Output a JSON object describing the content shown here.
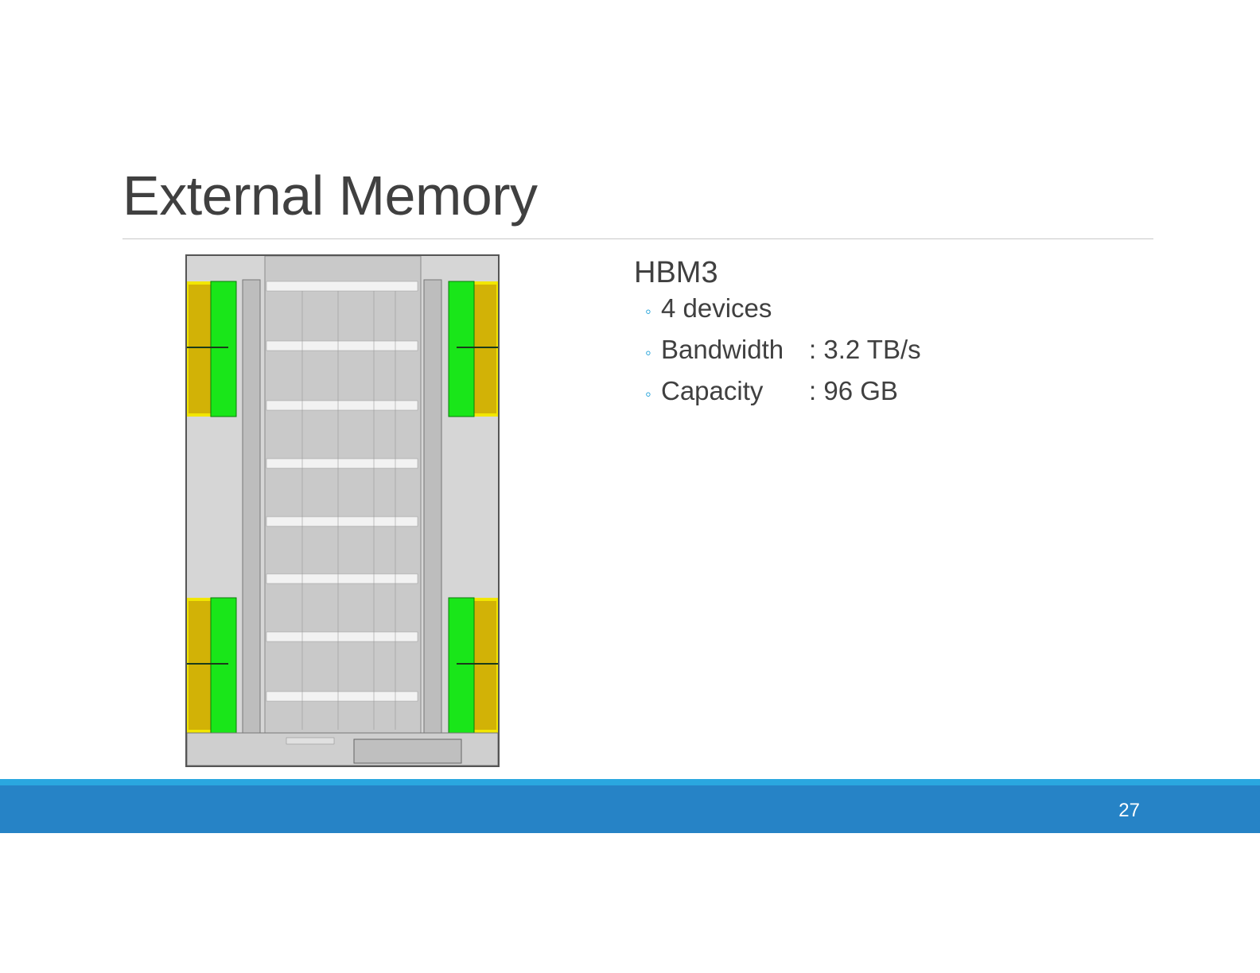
{
  "slide": {
    "title": "External Memory",
    "page_number": "27"
  },
  "content": {
    "heading": "HBM3",
    "bullets": [
      {
        "label": "4 devices",
        "value": ""
      },
      {
        "label": "Bandwidth",
        "value": ": 3.2 TB/s"
      },
      {
        "label": "Capacity",
        "value": ": 96 GB"
      }
    ]
  },
  "colors": {
    "accent_bar": "#2683c6",
    "accent_line": "#2aa7df",
    "bullet_marker": "#1b9fd8",
    "hbm_green": "#19e619",
    "hbm_yellow": "#f2e600"
  }
}
